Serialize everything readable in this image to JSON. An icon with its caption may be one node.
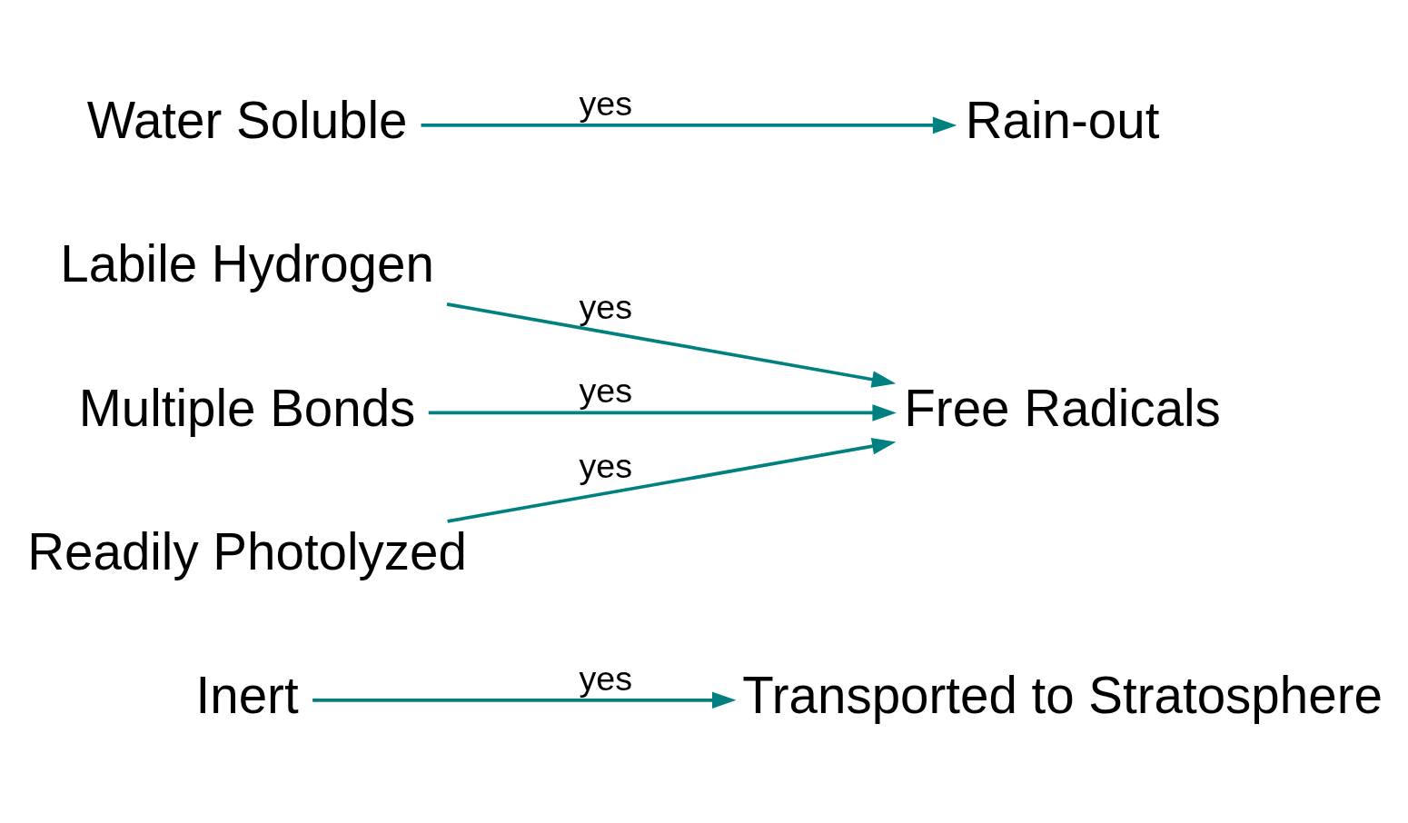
{
  "diagram": {
    "nodes": [
      {
        "text": [
          "Water Soluble"
        ]
      },
      {
        "text": [
          "Readily Photolyzed"
        ]
      },
      {
        "text": [
          "Multiple Bonds"
        ]
      },
      {
        "text": [
          "Labile Hydrogen"
        ]
      },
      {
        "text": [
          "Inert"
        ]
      },
      {
        "text": [
          "Rain-out"
        ]
      },
      {
        "text": [
          "Free Radicals"
        ]
      },
      {
        "text": [
          "Transported to Stratosphere"
        ]
      }
    ],
    "edges": [
      {
        "from": 0,
        "to": 5,
        "arrow": "to",
        "label": "yes"
      },
      {
        "from": 1,
        "to": 6,
        "arrow": "to",
        "label": "yes"
      },
      {
        "from": 2,
        "to": 6,
        "arrow": "to",
        "label": "yes"
      },
      {
        "from": 3,
        "to": 6,
        "arrow": "to",
        "label": "yes"
      },
      {
        "from": 4,
        "to": 7,
        "arrow": "to",
        "label": "yes"
      }
    ]
  }
}
